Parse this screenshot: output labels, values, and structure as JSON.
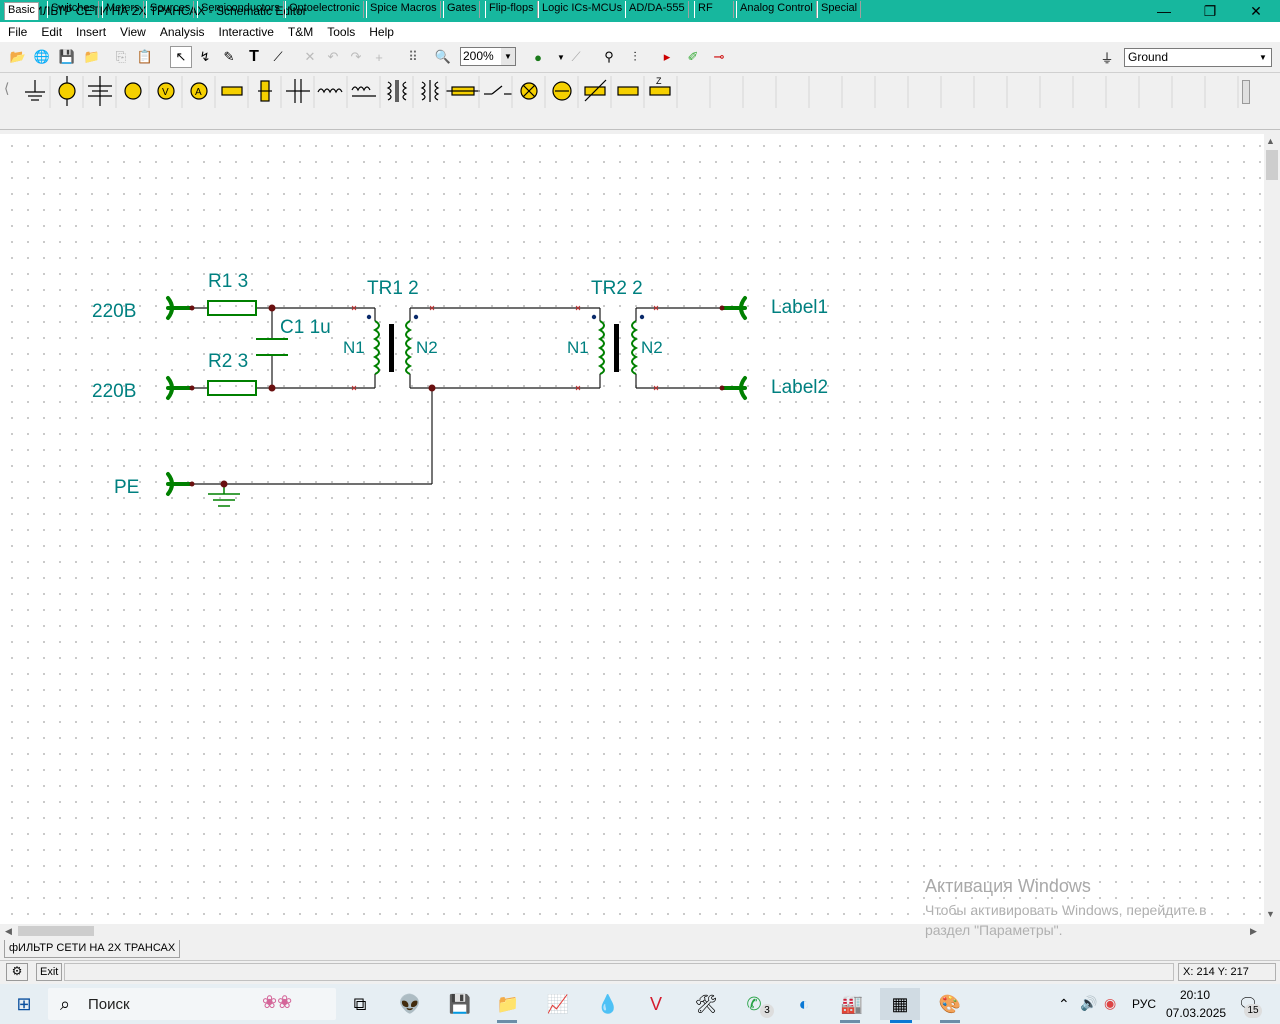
{
  "window": {
    "title": "фИЛЬТР СЕТИ НА 2Х ТРАНСАХ - Schematic Editor",
    "min": "—",
    "max": "❐",
    "close": "✕"
  },
  "menu": [
    "File",
    "Edit",
    "Insert",
    "View",
    "Analysis",
    "Interactive",
    "T&M",
    "Tools",
    "Help"
  ],
  "toolbar": {
    "zoom": "200%",
    "ground_select": "Ground"
  },
  "tabs": [
    "Basic",
    "Switches",
    "Meters",
    "Sources",
    "Semiconductors",
    "Optoelectronic",
    "Spice Macros",
    "Gates",
    "Flip-flops",
    "Logic ICs-MCUs",
    "AD/DA-555",
    "RF",
    "Analog Control",
    "Special"
  ],
  "schematic": {
    "in1": "220В",
    "in2": "220В",
    "pe": "PE",
    "r1": "R1 3",
    "r2": "R2 3",
    "c1": "C1 1u",
    "tr1": "TR1 2",
    "tr2": "TR2 2",
    "n1a": "N1",
    "n2a": "N2",
    "n1b": "N1",
    "n2b": "N2",
    "out1": "Label1",
    "out2": "Label2",
    "wire_color": "#1a1a1a",
    "component_color": "#008000",
    "label_color": "#008080"
  },
  "doc_tab": "фИЛЬТР СЕТИ НА 2Х ТРАНСАХ",
  "status": {
    "exit": "Exit",
    "coords": "X: 214  Y: 217"
  },
  "watermark": {
    "line1": "Активация Windows",
    "line2": "Чтобы активировать Windows, перейдите в раздел \"Параметры\"."
  },
  "taskbar": {
    "search": "Поиск",
    "lang": "РУС",
    "time": "20:10",
    "date": "07.03.2025",
    "whatsapp_badge": "3",
    "notif_badge": "15"
  }
}
